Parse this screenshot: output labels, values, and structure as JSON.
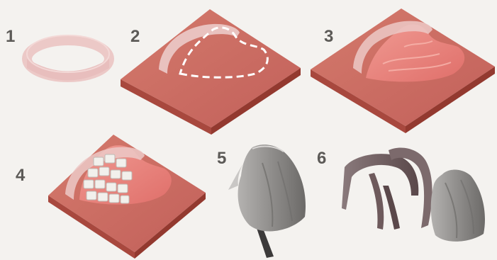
{
  "figure": {
    "steps": [
      {
        "number": "1",
        "depicts": "paper-ring"
      },
      {
        "number": "2",
        "depicts": "ring-on-board-with-dashed-outline"
      },
      {
        "number": "3",
        "depicts": "pink-dough-spread-in-outline"
      },
      {
        "number": "4",
        "depicts": "dough-with-white-cubes"
      },
      {
        "number": "5",
        "depicts": "grey-cone-piece-on-stick"
      },
      {
        "number": "6",
        "depicts": "assembled-curved-pieces"
      }
    ],
    "colors": {
      "board_top": "#c96b5e",
      "board_side": "#a8483e",
      "ring": "#ecc9c7",
      "dough": "#e8807a",
      "cubes": "#f2f0ec",
      "grey_piece": "#8c8a88",
      "dark_piece": "#6e5a5c",
      "dashed_line": "#ffffff",
      "number_text": "#5c5a57"
    }
  }
}
